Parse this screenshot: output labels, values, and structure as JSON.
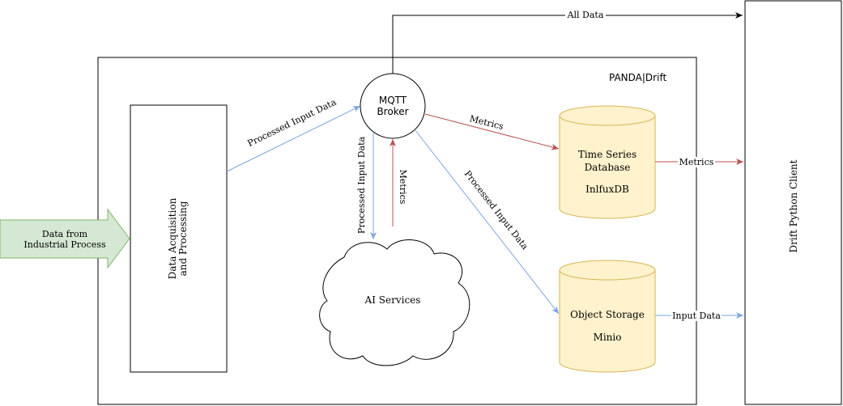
{
  "diagram": {
    "container_title": "PANDA|Drift",
    "nodes": {
      "input_arrow": {
        "line1": "Data from",
        "line2": "Industrial Process"
      },
      "daq": {
        "line1": "Data Acquisition",
        "line2": "and Processing"
      },
      "mqtt": {
        "line1": "MQTT",
        "line2": "Broker"
      },
      "ai": {
        "label": "AI Services"
      },
      "tsdb": {
        "line1": "Time Series",
        "line2": "Database",
        "line3": "InlfuxDB"
      },
      "obj": {
        "line1": "Object Storage",
        "line2": "Minio"
      },
      "client": {
        "label": "Drift Python Client"
      }
    },
    "edges": {
      "all_data": "All Data",
      "daq_to_mqtt": "Processed Input Data",
      "mqtt_to_ai": "Processed Input Data",
      "ai_to_mqtt": "Metrics",
      "mqtt_to_tsdb": "Metrics",
      "mqtt_to_obj": "Processed Input Data",
      "tsdb_to_client": "Metrics",
      "obj_to_client": "Input Data"
    },
    "colors": {
      "blue_edge": "#7ea6e0",
      "red_edge": "#b85450",
      "black_edge": "#000000",
      "db_fill": "#fff2cc",
      "db_stroke": "#d6b656",
      "input_fill": "#d5e8d4",
      "input_stroke": "#82b366"
    }
  }
}
